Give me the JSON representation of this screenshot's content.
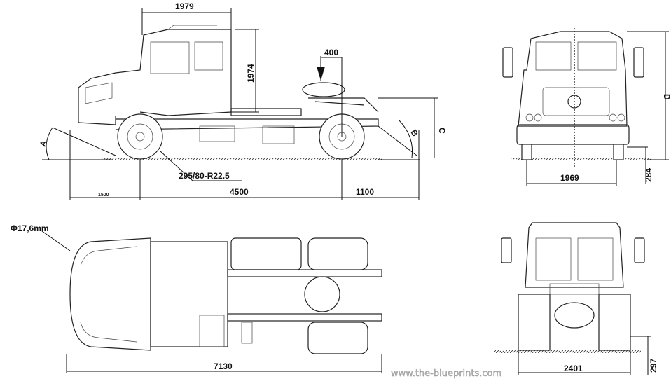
{
  "title": "Truck tractor blueprint",
  "side_view": {
    "cab_length": "1979",
    "cab_height": "1974",
    "fifth_wheel_offset": "400",
    "tire_size": "295/80-R22.5",
    "front_overhang": "1500",
    "wheelbase": "4500",
    "rear_overhang": "1100",
    "angle_a": "A",
    "angle_b": "B",
    "height_c": "C"
  },
  "front_view": {
    "track_width": "1969",
    "ground_clearance": "284",
    "height_d": "D"
  },
  "top_view": {
    "turning_diameter": "Φ17,6mm",
    "overall_length": "7130"
  },
  "rear_view": {
    "overall_width": "2401",
    "rear_clearance": "297"
  },
  "watermark": "www.the-blueprints.com"
}
